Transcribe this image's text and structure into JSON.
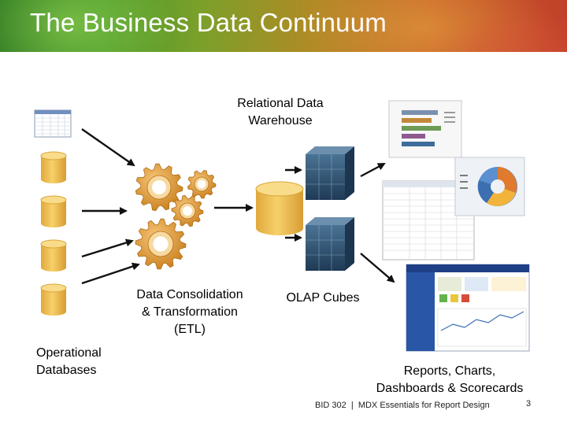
{
  "slide": {
    "title": "The Business Data Continuum",
    "labels": {
      "warehouse": "Relational Data\nWarehouse",
      "etl": "Data Consolidation\n& Transformation\n(ETL)",
      "olap": "OLAP Cubes",
      "operational": "Operational\nDatabases",
      "reports": "Reports, Charts,\nDashboards & Scorecards"
    },
    "footer": {
      "course": "BID 302  |  MDX Essentials for Report Design",
      "page": "3"
    }
  },
  "colors": {
    "database": "#f2c45a",
    "database_dark": "#d9a53a",
    "gear": "#e0962e",
    "gear_light": "#f7d9a0",
    "cube": "#2f4f6e",
    "arrow": "#111111"
  }
}
